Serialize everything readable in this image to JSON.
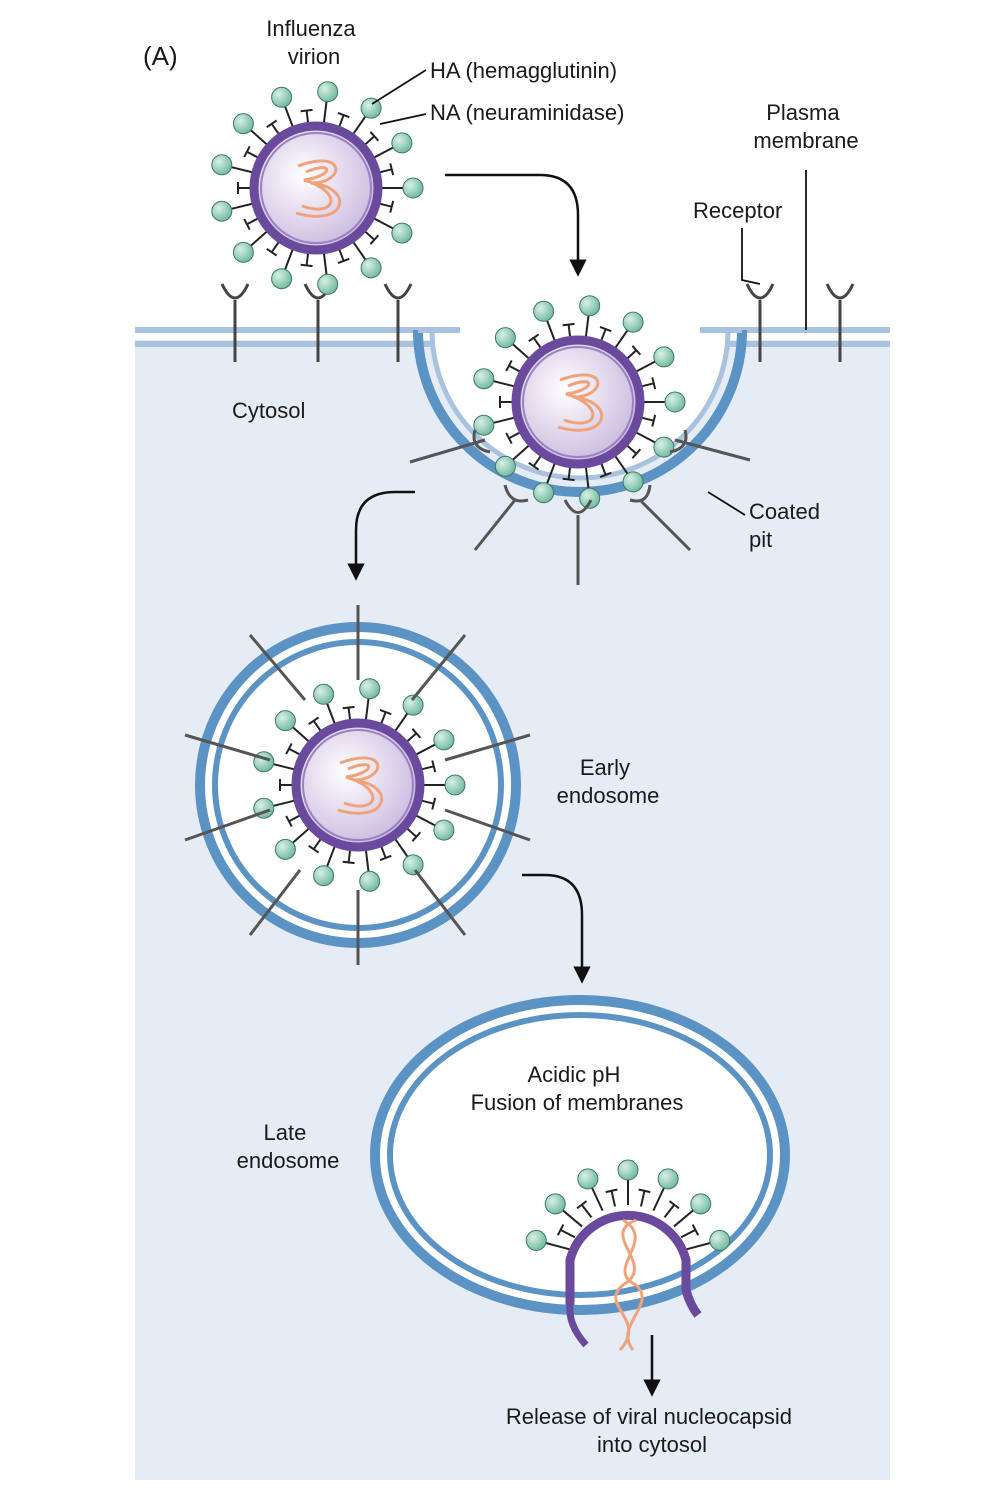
{
  "figure": {
    "panel_label": "(A)",
    "labels": {
      "virion": [
        "Influenza",
        "virion"
      ],
      "ha": "HA (hemagglutinin)",
      "na": "NA (neuraminidase)",
      "plasma_membrane": [
        "Plasma",
        "membrane"
      ],
      "receptor": "Receptor",
      "cytosol": "Cytosol",
      "coated_pit": [
        "Coated",
        "pit"
      ],
      "early_endosome": [
        "Early",
        "endosome"
      ],
      "late_endosome": [
        "Late",
        "endosome"
      ],
      "acidic": [
        "Acidic pH",
        "Fusion of membranes"
      ],
      "release": [
        "Release of viral nucleocapsid",
        "into cytosol"
      ]
    },
    "colors": {
      "cytosol": "#e6ecf6",
      "membrane": "#5b93c4",
      "membrane_light": "#a9c3df",
      "viral_envelope": "#6a4a9c",
      "virion_core": "#d9cce8",
      "ha_spike": "#8fcbb5",
      "rna": "#f0a37a",
      "line": "#222222"
    }
  }
}
